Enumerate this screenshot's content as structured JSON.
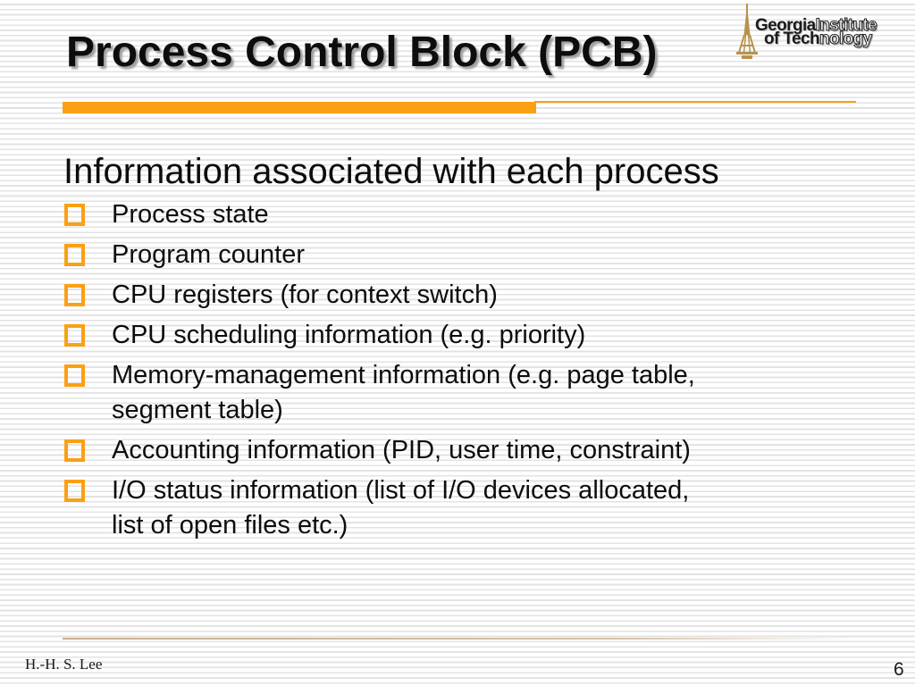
{
  "slide": {
    "title": "Process Control Block (PCB)",
    "footer_author": "H.-H. S. Lee",
    "page_number": "6"
  },
  "logo": {
    "line1_solid": "Georgia",
    "line1_outline": "Institute",
    "line2_solid": "of Tech",
    "line2_outline": "nology"
  },
  "content": {
    "heading": "Information associated with each process",
    "bullets": [
      {
        "lines": [
          "Process state"
        ]
      },
      {
        "lines": [
          "Program counter"
        ]
      },
      {
        "lines": [
          "CPU registers (for context switch)"
        ]
      },
      {
        "lines": [
          "CPU scheduling information (e.g. priority)"
        ]
      },
      {
        "lines": [
          "Memory-management information (e.g. page table,",
          "segment table)"
        ]
      },
      {
        "lines": [
          "Accounting information (PID, user time, constraint)"
        ]
      },
      {
        "lines": [
          "I/O status information (list of I/O devices allocated,",
          "list of open files etc.)"
        ]
      }
    ]
  },
  "colors": {
    "accent_orange": "#FAA014",
    "stripe_gray": "#e3e3e3",
    "logo_gold": "#B8924C",
    "title_shadow": "#9e9e9e",
    "footer_line_tan": "#c9ae90"
  }
}
